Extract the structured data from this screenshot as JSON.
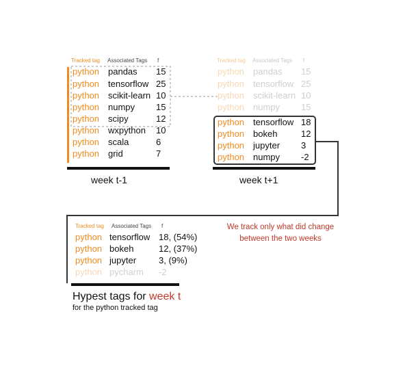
{
  "headers": {
    "tracked": "Tracked tag",
    "associated": "Associated Tags",
    "f": "f"
  },
  "week_prev": {
    "label": "week t-1",
    "rows": [
      {
        "tracked": "python",
        "tag": "pandas",
        "f": "15"
      },
      {
        "tracked": "python",
        "tag": "tensorflow",
        "f": "25"
      },
      {
        "tracked": "python",
        "tag": "scikit-learn",
        "f": "10"
      },
      {
        "tracked": "python",
        "tag": "numpy",
        "f": "15"
      },
      {
        "tracked": "python",
        "tag": "scipy",
        "f": "12"
      },
      {
        "tracked": "python",
        "tag": "wxpython",
        "f": "10"
      },
      {
        "tracked": "python",
        "tag": "scala",
        "f": "6"
      },
      {
        "tracked": "python",
        "tag": "grid",
        "f": "7"
      }
    ]
  },
  "week_next": {
    "label": "week t+1",
    "faded_rows": [
      {
        "tracked": "python",
        "tag": "pandas",
        "f": "15"
      },
      {
        "tracked": "python",
        "tag": "tensorflow",
        "f": "25"
      },
      {
        "tracked": "python",
        "tag": "scikit-learn",
        "f": "10"
      },
      {
        "tracked": "python",
        "tag": "numpy",
        "f": "15"
      }
    ],
    "rows": [
      {
        "tracked": "python",
        "tag": "tensorflow",
        "f": "18"
      },
      {
        "tracked": "python",
        "tag": "bokeh",
        "f": "12"
      },
      {
        "tracked": "python",
        "tag": "jupyter",
        "f": "3"
      },
      {
        "tracked": "python",
        "tag": "numpy",
        "f": "-2"
      }
    ]
  },
  "result": {
    "rows": [
      {
        "tracked": "python",
        "tag": "tensorflow",
        "f": "18, (54%)"
      },
      {
        "tracked": "python",
        "tag": "bokeh",
        "f": "12, (37%)"
      },
      {
        "tracked": "python",
        "tag": "jupyter",
        "f": "3,  (9%)"
      }
    ],
    "muted_row": {
      "tracked": "python",
      "tag": "pycharm",
      "f": "-2"
    },
    "title_prefix": "Hypest tags for ",
    "title_highlight": "week t",
    "subtitle": "for the python tracked tag"
  },
  "note": {
    "line1": "We track only what did change",
    "line2": "between the two weeks"
  },
  "colors": {
    "accent": "#f08c1e",
    "highlight": "#c0392b",
    "line": "#111111",
    "dashed": "#999999"
  }
}
